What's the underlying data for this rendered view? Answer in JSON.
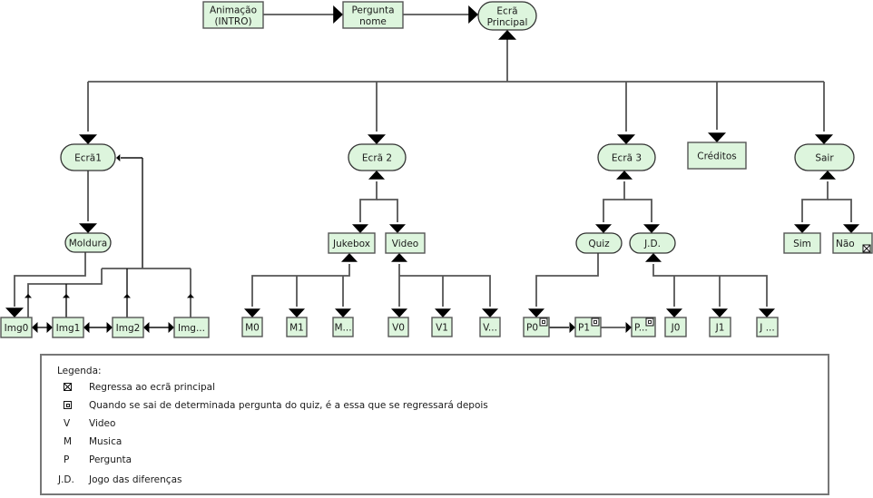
{
  "colors": {
    "node_fill": "#ddf5dd",
    "edge": "#555555",
    "arrow": "#000000"
  },
  "nodes": {
    "intro": {
      "label": [
        "Animação",
        "(INTRO)"
      ],
      "shape": "rect"
    },
    "pergunta_nome": {
      "label": [
        "Pergunta",
        "nome"
      ],
      "shape": "rect"
    },
    "ecra_principal": {
      "label": [
        "Ecrã",
        "Principal"
      ],
      "shape": "pill"
    },
    "ecra1": {
      "label": [
        "Ecrã1"
      ],
      "shape": "pill"
    },
    "ecra2": {
      "label": [
        "Ecrã 2"
      ],
      "shape": "pill"
    },
    "ecra3": {
      "label": [
        "Ecrã 3"
      ],
      "shape": "pill"
    },
    "creditos": {
      "label": [
        "Créditos"
      ],
      "shape": "rect"
    },
    "sair": {
      "label": [
        "Sair"
      ],
      "shape": "pill"
    },
    "moldura": {
      "label": [
        "Moldura"
      ],
      "shape": "pill"
    },
    "img0": {
      "label": [
        "Img0"
      ],
      "shape": "rect"
    },
    "img1": {
      "label": [
        "Img1"
      ],
      "shape": "rect"
    },
    "img2": {
      "label": [
        "Img2"
      ],
      "shape": "rect"
    },
    "img_more": {
      "label": [
        "Img..."
      ],
      "shape": "rect"
    },
    "jukebox": {
      "label": [
        "Jukebox"
      ],
      "shape": "rect"
    },
    "video": {
      "label": [
        "Video"
      ],
      "shape": "rect"
    },
    "m0": {
      "label": [
        "M0"
      ],
      "shape": "rect"
    },
    "m1": {
      "label": [
        "M1"
      ],
      "shape": "rect"
    },
    "m_more": {
      "label": [
        "M..."
      ],
      "shape": "rect"
    },
    "v0": {
      "label": [
        "V0"
      ],
      "shape": "rect"
    },
    "v1": {
      "label": [
        "V1"
      ],
      "shape": "rect"
    },
    "v_more": {
      "label": [
        "V..."
      ],
      "shape": "rect"
    },
    "quiz": {
      "label": [
        "Quiz"
      ],
      "shape": "pill"
    },
    "jd": {
      "label": [
        "J.D."
      ],
      "shape": "pill"
    },
    "p0": {
      "label": [
        "P0"
      ],
      "shape": "rect",
      "marker": "dot"
    },
    "p1": {
      "label": [
        "P1"
      ],
      "shape": "rect",
      "marker": "dot"
    },
    "p_more": {
      "label": [
        "P..."
      ],
      "shape": "rect",
      "marker": "dot"
    },
    "j0": {
      "label": [
        "J0"
      ],
      "shape": "rect"
    },
    "j1": {
      "label": [
        "J1"
      ],
      "shape": "rect"
    },
    "j_more": {
      "label": [
        "J ..."
      ],
      "shape": "rect"
    },
    "sim": {
      "label": [
        "Sim"
      ],
      "shape": "rect"
    },
    "nao": {
      "label": [
        "Não"
      ],
      "shape": "rect",
      "marker": "x"
    }
  },
  "edges": [
    [
      "intro",
      "pergunta_nome"
    ],
    [
      "pergunta_nome",
      "ecra_principal"
    ],
    [
      "ecra_principal",
      "ecra1"
    ],
    [
      "ecra_principal",
      "ecra2"
    ],
    [
      "ecra_principal",
      "ecra3"
    ],
    [
      "ecra_principal",
      "creditos"
    ],
    [
      "ecra_principal",
      "sair"
    ],
    [
      "ecra1",
      "moldura"
    ],
    [
      "moldura",
      "img0"
    ],
    [
      "img0",
      "img1"
    ],
    [
      "img1",
      "img2"
    ],
    [
      "img2",
      "img_more"
    ],
    [
      "img0",
      "ecra1"
    ],
    [
      "img1",
      "ecra1"
    ],
    [
      "img2",
      "ecra1"
    ],
    [
      "img_more",
      "ecra1"
    ],
    [
      "ecra2",
      "jukebox"
    ],
    [
      "ecra2",
      "video"
    ],
    [
      "jukebox",
      "m0"
    ],
    [
      "jukebox",
      "m1"
    ],
    [
      "jukebox",
      "m_more"
    ],
    [
      "video",
      "v0"
    ],
    [
      "video",
      "v1"
    ],
    [
      "video",
      "v_more"
    ],
    [
      "ecra3",
      "quiz"
    ],
    [
      "ecra3",
      "jd"
    ],
    [
      "quiz",
      "p0"
    ],
    [
      "p0",
      "p1"
    ],
    [
      "p1",
      "p_more"
    ],
    [
      "jd",
      "j0"
    ],
    [
      "jd",
      "j1"
    ],
    [
      "jd",
      "j_more"
    ],
    [
      "sair",
      "sim"
    ],
    [
      "sair",
      "nao"
    ]
  ],
  "legend": {
    "title": "Legenda:",
    "items": [
      {
        "symbol": "x-box-icon",
        "text": "Regressa ao ecrã principal"
      },
      {
        "symbol": "dot-box-icon",
        "text": "Quando se sai de determinada pergunta do quiz, é a essa que se regressará depois"
      },
      {
        "symbol": "V",
        "text": "Video"
      },
      {
        "symbol": "M",
        "text": "Musica"
      },
      {
        "symbol": "P",
        "text": "Pergunta"
      },
      {
        "symbol": "J.D.",
        "text": "Jogo das diferenças"
      }
    ]
  }
}
